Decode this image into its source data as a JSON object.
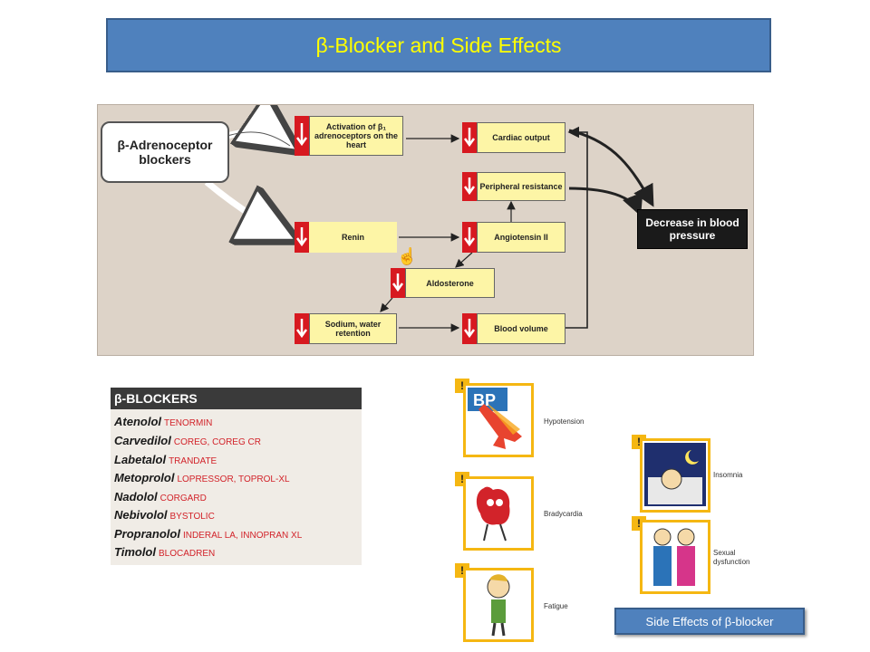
{
  "title": "β-Blocker and Side Effects",
  "diagram": {
    "callout": "β-Adrenoceptor blockers",
    "boxes": {
      "activation": "Activation of β₁ adrenoceptors on the heart",
      "cardiac": "Cardiac output",
      "peripheral": "Peripheral resistance",
      "renin": "Renin",
      "angiotensin": "Angiotensin II",
      "aldosterone": "Aldosterone",
      "sodium": "Sodium, water retention",
      "blood_volume": "Blood volume"
    },
    "result": "Decrease in blood pressure"
  },
  "drug_table": {
    "header": "β-BLOCKERS",
    "rows": [
      {
        "name": "Atenolol",
        "brand": "TENORMIN"
      },
      {
        "name": "Carvedilol",
        "brand": "COREG, COREG CR"
      },
      {
        "name": "Labetalol",
        "brand": "TRANDATE"
      },
      {
        "name": "Metoprolol",
        "brand": "LOPRESSOR, TOPROL-XL"
      },
      {
        "name": "Nadolol",
        "brand": "CORGARD"
      },
      {
        "name": "Nebivolol",
        "brand": "BYSTOLIC"
      },
      {
        "name": "Propranolol",
        "brand": "INDERAL LA, INNOPRAN XL"
      },
      {
        "name": "Timolol",
        "brand": "BLOCADREN"
      }
    ]
  },
  "side_effects": {
    "bp_icon_text": "BP",
    "hypotension": "Hypotension",
    "bradycardia": "Bradycardia",
    "fatigue": "Fatigue",
    "insomnia": "Insomnia",
    "sexual": "Sexual dysfunction",
    "warn_glyph": "!"
  },
  "button": {
    "label": "Side Effects of β-blocker"
  },
  "colors": {
    "title_bg": "#4f81bd",
    "title_text": "#ffff00",
    "down_arrow": "#d71920",
    "box_fill": "#fdf5a6",
    "warning": "#f5b712"
  }
}
